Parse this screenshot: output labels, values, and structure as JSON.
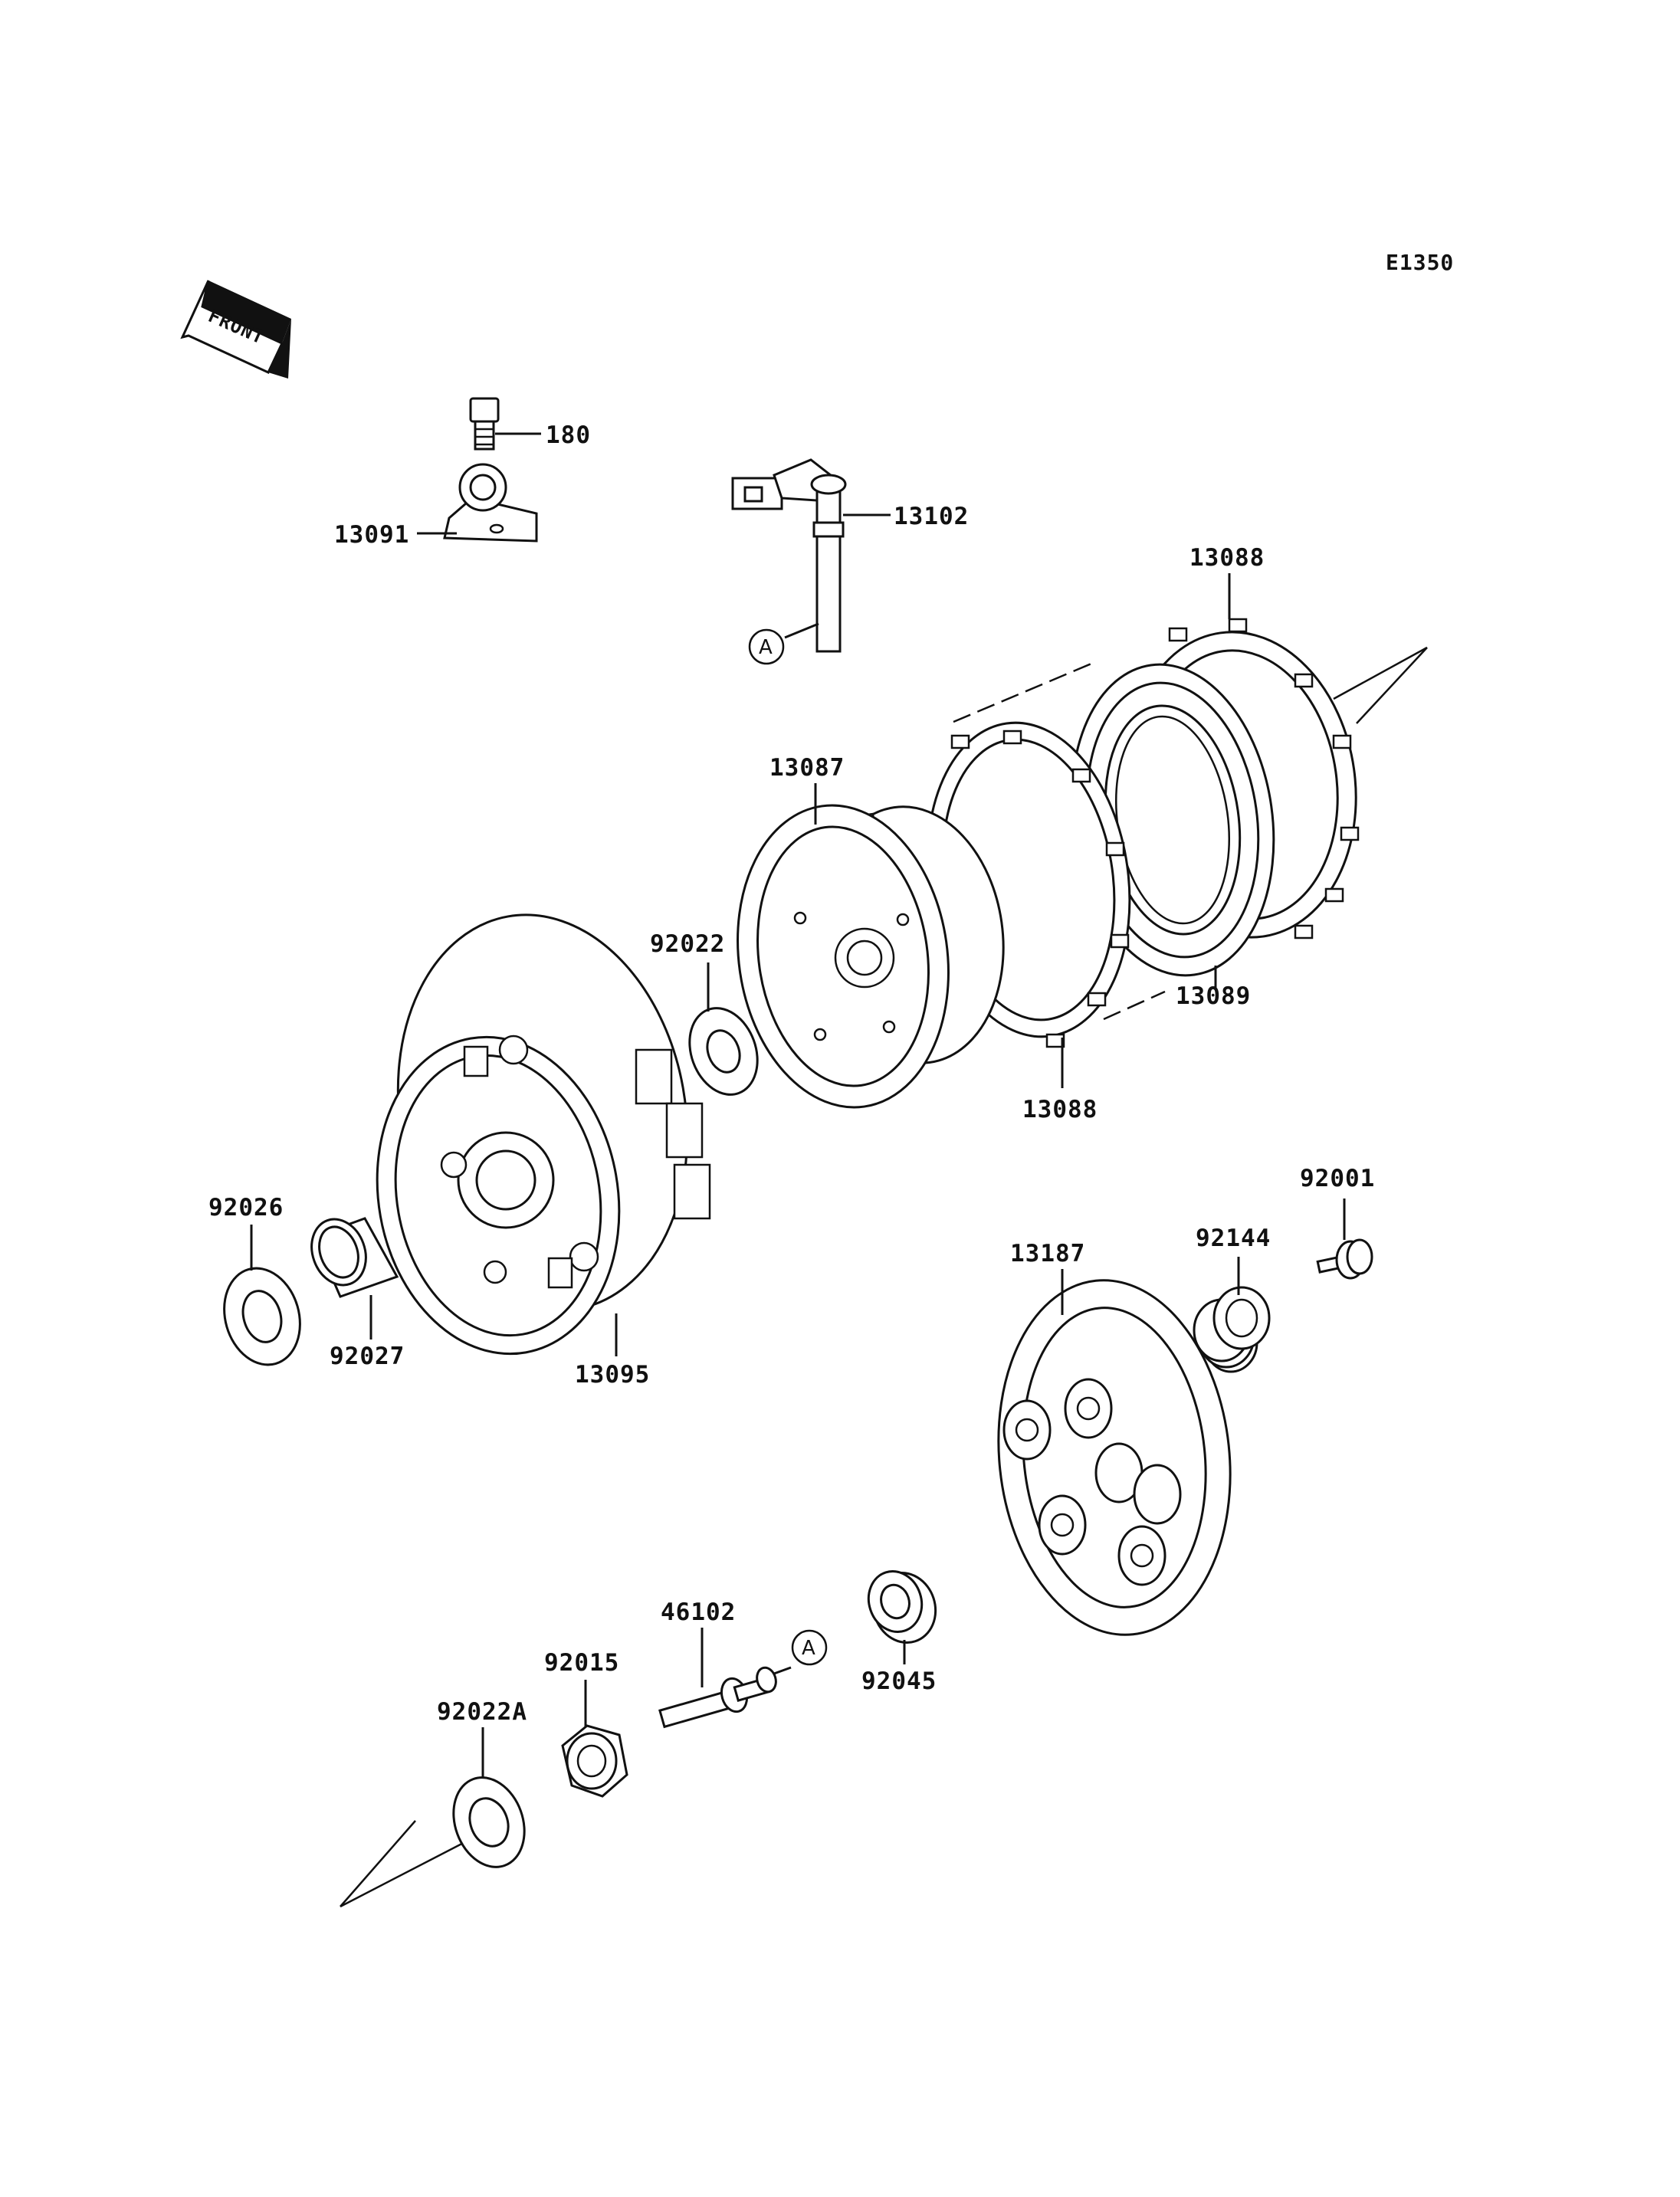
{
  "diagram_ref": "E1350",
  "front_label": "FRONT",
  "callout_marker": "A",
  "parts": {
    "bolt": "180",
    "bracket": "13091",
    "release_shaft": "13102",
    "friction_plate_top": "13088",
    "clutch_hub": "13087",
    "washer_hub": "92022",
    "steel_plate": "13089",
    "friction_plate_bottom": "13088",
    "housing": "13095",
    "washer_housing": "92026",
    "sleeve": "92027",
    "pressure_plate": "13187",
    "spring": "92144",
    "spring_bolt": "92001",
    "push_rod": "46102",
    "nut": "92015",
    "washer_nut": "92022A",
    "bearing": "92045"
  }
}
